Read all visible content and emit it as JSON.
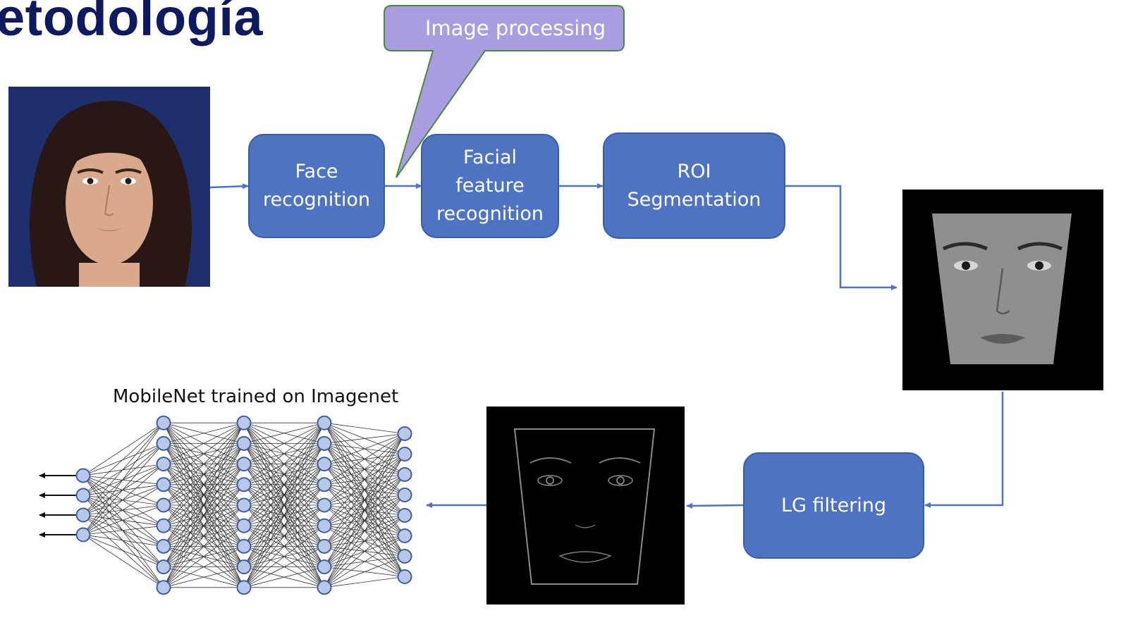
{
  "title": "etodología",
  "callout": {
    "label": "Image processing"
  },
  "boxes": {
    "face_recognition": "Face\nrecognition",
    "facial_feature": "Facial\nfeature\nrecognition",
    "roi_segmentation": "ROI\nSegmentation",
    "lg_filtering": "LG filtering"
  },
  "network": {
    "label": "MobileNet trained on Imagenet",
    "layers": [
      4,
      9,
      9,
      9,
      8
    ]
  },
  "colors": {
    "box_fill": "#4e73c2",
    "box_border": "#3a5da8",
    "callout_fill": "#a89de0",
    "callout_border": "#4a8a3a",
    "arrow": "#4e73c2",
    "title": "#0d1a5e",
    "node_fill": "#b7c8ea",
    "node_stroke": "#3d5f9e"
  },
  "images": {
    "input_face": "input-face-photo",
    "segmented_face": "segmented-face-photo",
    "filtered_face": "lg-filtered-face-photo"
  }
}
